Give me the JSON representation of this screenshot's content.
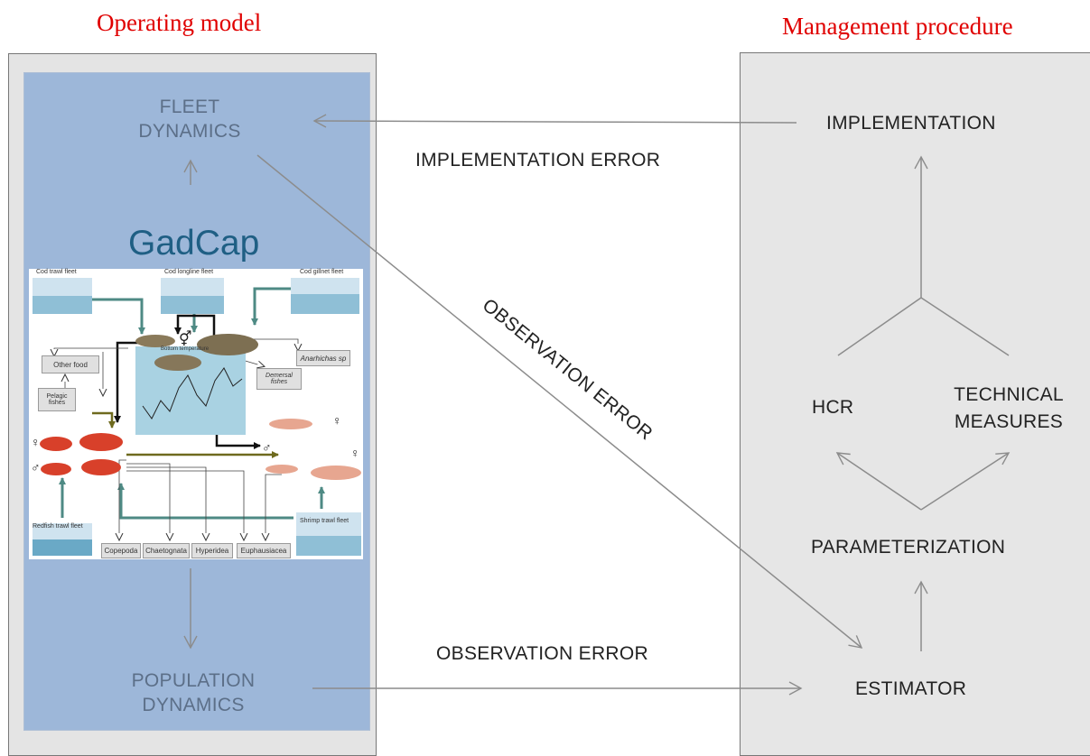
{
  "headings": {
    "left": "Operating model",
    "right": "Management procedure"
  },
  "operating_model": {
    "fleet_dynamics": [
      "FLEET",
      "DYNAMICS"
    ],
    "population_dynamics": [
      "POPULATION",
      "DYNAMICS"
    ],
    "gadcap_title": "GadCap",
    "food_web": {
      "fleets": {
        "cod_trawl": "Cod trawl fleet",
        "cod_longline": "Cod longline fleet",
        "cod_gillnet": "Cod gillnet fleet",
        "redfish_trawl": "Redfish trawl fleet",
        "shrimp_trawl": "Shrimp trawl fleet"
      },
      "groups": {
        "other_food": "Other food",
        "pelagic_fishes": "Pelagic fishes",
        "anarhichas": "Anarhichas sp",
        "demersal_fishes": "Demersal fishes"
      },
      "prey": [
        "Copepoda",
        "Chaetognata",
        "Hyperidea",
        "Euphausiacea"
      ],
      "inset_title": "Bottom temperature",
      "sex_female": "♀",
      "sex_male": "♂",
      "sex_both": "⚥"
    }
  },
  "errors": {
    "implementation": "IMPLEMENTATION ERROR",
    "observation_diagonal": "OBSERVATION ERROR",
    "observation_bottom": "OBSERVATION ERROR"
  },
  "management_procedure": {
    "implementation": "IMPLEMENTATION",
    "hcr": "HCR",
    "technical_measures": [
      "TECHNICAL",
      "MEASURES"
    ],
    "parameterization": "PARAMETERIZATION",
    "estimator": "ESTIMATOR"
  },
  "colors": {
    "heading": "#e00000",
    "arrow": "#8c8c8c",
    "panel_bg": "#e6e6e6",
    "operating_inner": "#9db7d9",
    "gadcap_text": "#1f5f84",
    "food_web_arrow": "#4e8a84",
    "food_web_olive": "#6e6a1e"
  }
}
